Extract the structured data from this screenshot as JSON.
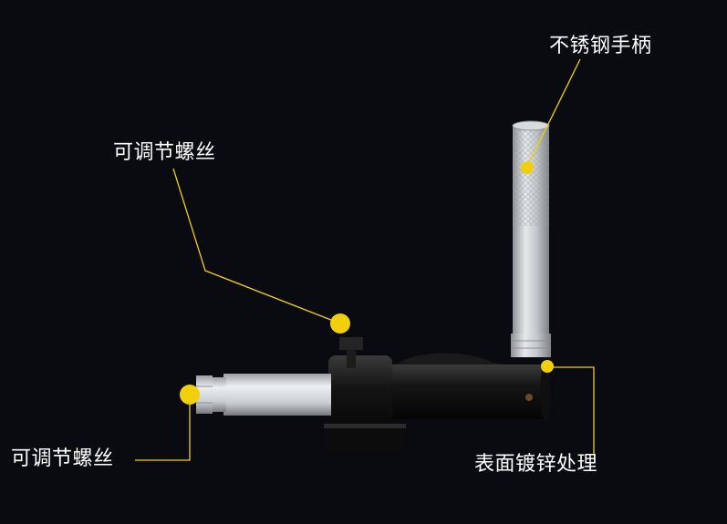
{
  "annotations": {
    "handle": "不锈钢手柄",
    "adjust_screw_top": "可调节螺丝",
    "adjust_screw_left": "可调节螺丝",
    "surface": "表面镀锌处理"
  },
  "colors": {
    "background": "#0a0b10",
    "callout": "#f2cf0c",
    "body_black": "#121212",
    "steel": "#c7cbcf"
  }
}
